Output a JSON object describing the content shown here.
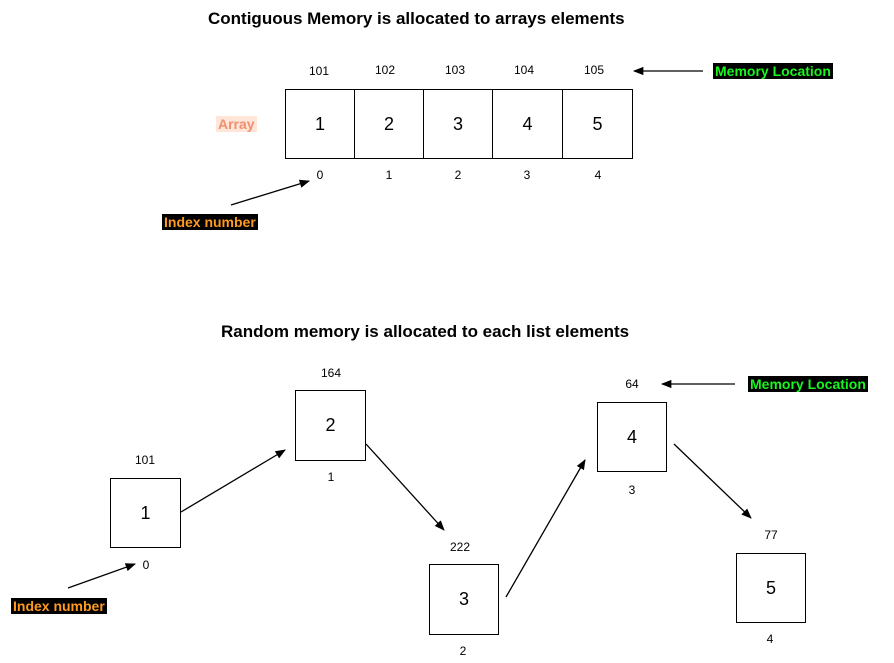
{
  "array_section": {
    "title": "Contiguous Memory is allocated to arrays elements",
    "array_label": "Array",
    "memory_tag": "Memory Location",
    "index_tag": "Index number",
    "cells": [
      {
        "value": "1",
        "address": "101",
        "index": "0"
      },
      {
        "value": "2",
        "address": "102",
        "index": "1"
      },
      {
        "value": "3",
        "address": "103",
        "index": "2"
      },
      {
        "value": "4",
        "address": "104",
        "index": "3"
      },
      {
        "value": "5",
        "address": "105",
        "index": "4"
      }
    ]
  },
  "list_section": {
    "title": "Random memory is allocated to each list elements",
    "memory_tag": "Memory Location",
    "index_tag": "Index number",
    "nodes": [
      {
        "value": "1",
        "address": "101",
        "index": "0"
      },
      {
        "value": "2",
        "address": "164",
        "index": "1"
      },
      {
        "value": "3",
        "address": "222",
        "index": "2"
      },
      {
        "value": "4",
        "address": "64",
        "index": "3"
      },
      {
        "value": "5",
        "address": "77",
        "index": "4"
      }
    ]
  },
  "colors": {
    "memory_tag_text": "#19f51e",
    "index_tag_text": "#ff9a1f",
    "array_label_text": "#f08f6f",
    "tag_background": "#000000"
  }
}
